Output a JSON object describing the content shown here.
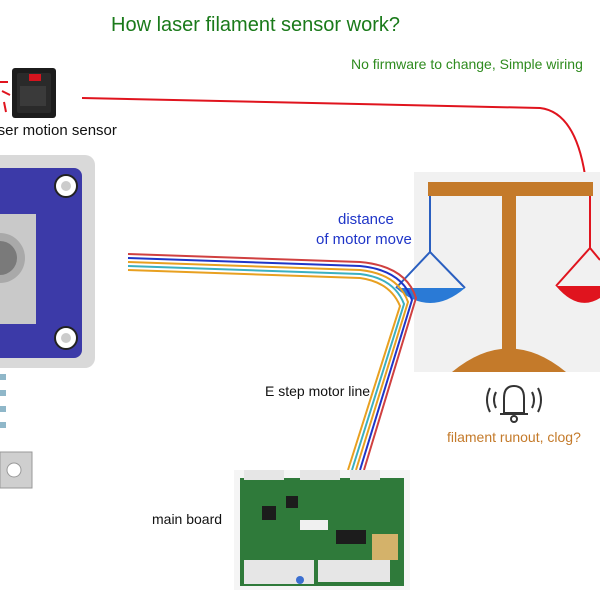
{
  "title": "How laser filament sensor work?",
  "subtitle": "No firmware to change, Simple wiring",
  "labels": {
    "sensor": "laser motion sensor",
    "distance_line1": "distance",
    "distance_line2": "of motor move",
    "e_step": "E step motor line",
    "runout": "filament runout, clog?",
    "main_board": "main board"
  },
  "colors": {
    "title_green": "#1a7a1a",
    "subtitle_green": "#2e8b1e",
    "blue_text": "#1f35c8",
    "scale_brown": "#c47a2a",
    "sensor_red_line": "#e0141e",
    "pan_blue": "#2a7ad6",
    "pan_red": "#e0141e",
    "motor_purple": "#3c3aa8",
    "board_green": "#2f7a3a"
  },
  "icons": [
    "bell-icon",
    "filament-sensor-device",
    "stepper-motor",
    "balance-scale",
    "main-board"
  ]
}
